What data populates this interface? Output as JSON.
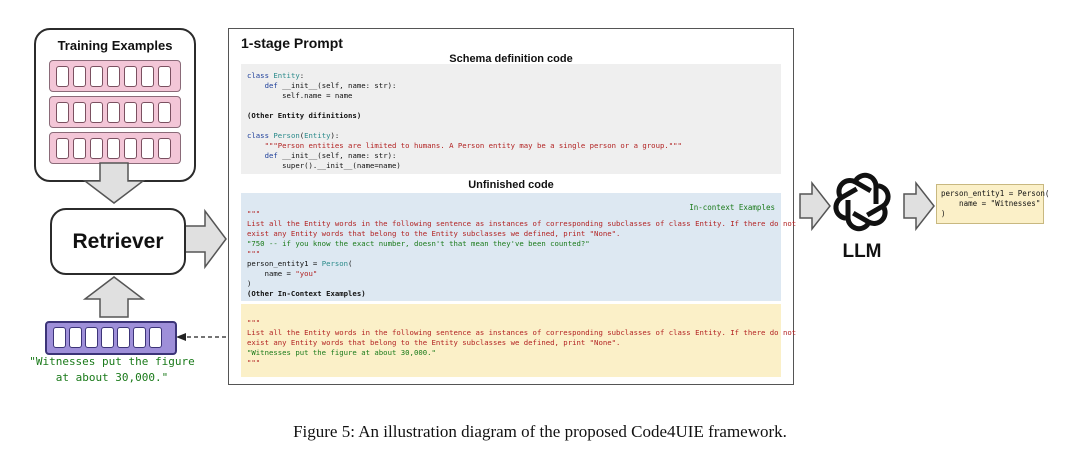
{
  "training": {
    "title": "Training Examples"
  },
  "retriever": {
    "label": "Retriever"
  },
  "query": {
    "text": "\"Witnesses put the figure\nat about 30,000.\""
  },
  "prompt": {
    "title": "1-stage Prompt",
    "schema_title": "Schema definition code",
    "unfinished_title": "Unfinished code",
    "icl_label": "In-context Examples"
  },
  "llm": {
    "label": "LLM"
  },
  "output": {
    "line1": "person_entity1 = Person(",
    "line2": "    name = \"Witnesses\"",
    "line3": ")"
  },
  "caption": "Figure 5: An illustration diagram of the proposed Code4UIE framework."
}
